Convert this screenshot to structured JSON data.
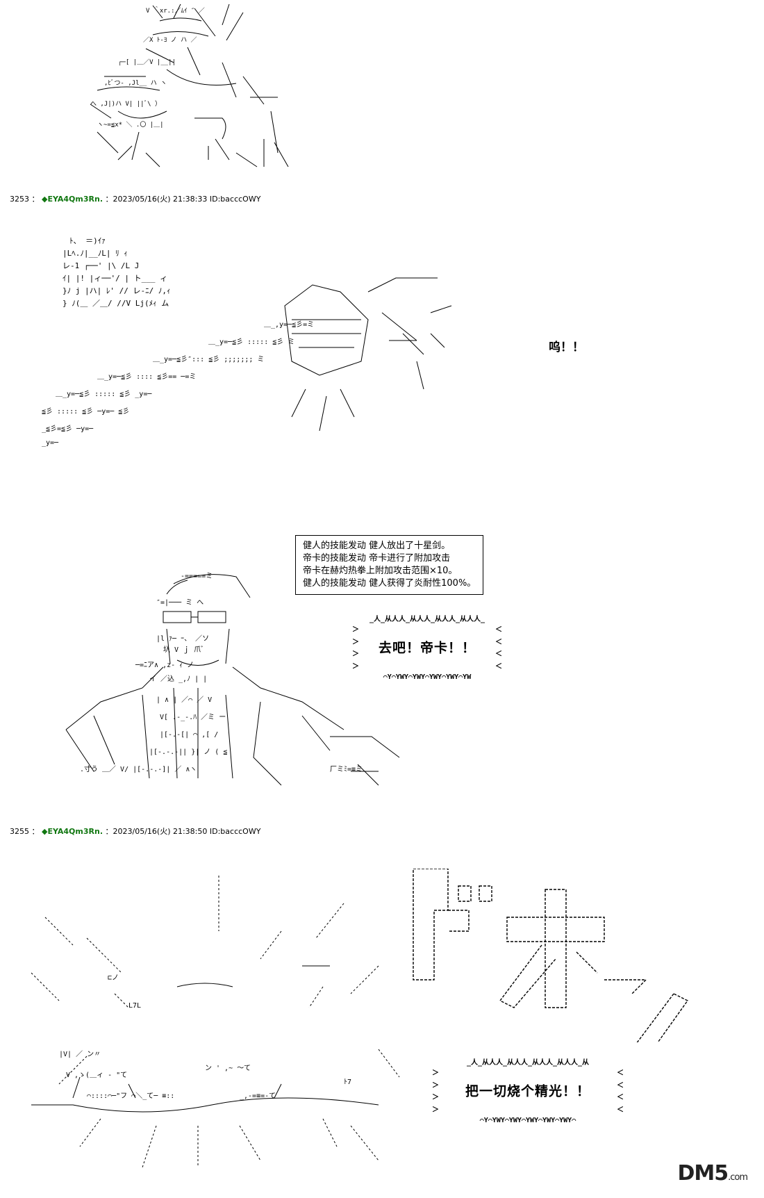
{
  "posts": [
    {
      "number": "3253",
      "separator": "：",
      "trip": "◆EYA4Qm3Rn.",
      "datetime": "：2023/05/16(火) 21:38:33 ID:bacccOWY"
    },
    {
      "number": "3255",
      "separator": "：",
      "trip": "◆EYA4Qm3Rn.",
      "datetime": "：2023/05/16(火) 21:38:50 ID:bacccOWY"
    }
  ],
  "panel2": {
    "sfx": "呜！！"
  },
  "panel3": {
    "skill_log": [
      "健人的技能发动 健人放出了十星剑。",
      "帝卡的技能发动 帝卡进行了附加攻击",
      "帝卡在赫灼热拳上附加攻击范围×10。",
      "健人的技能发动 健人获得了炎耐性100%。"
    ],
    "shout": "去吧！帝卡！！",
    "rim_top": "_人_从人人_从人人_从人人_从人人_",
    "rim_bottom": "⌒Y⌒YWY⌒YWY⌒YWY⌒YWY⌒YW"
  },
  "panel4": {
    "shout": "把一切烧个精光！！",
    "rim_top": "_人_从人人_从人人_从人人_从人人_从",
    "rim_bottom": "⌒Y⌒YWY⌒YWY⌒YWY⌒YWY⌒YWY⌒"
  },
  "watermark": {
    "brand": "DM5",
    "suffix": ".com"
  }
}
